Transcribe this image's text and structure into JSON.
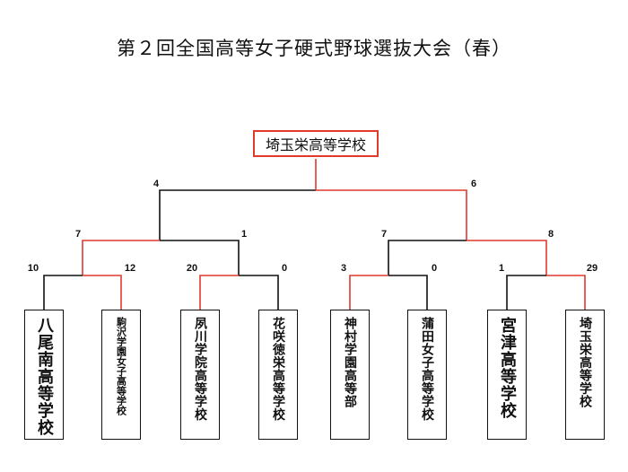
{
  "title": "第２回全国高等女子硬式野球選抜大会（春）",
  "champion": "埼玉栄高等学校",
  "colors": {
    "winner_line": "#e03a2f",
    "loser_line": "#111111"
  },
  "teams": [
    "八尾南高等学校",
    "駒沢学園女子高等学校",
    "夙川学院高等学校",
    "花咲徳栄高等学校",
    "神村学園高等部",
    "蒲田女子高等学校",
    "宮津高等学校",
    "埼玉栄高等学校"
  ],
  "round1_scores": [
    "10",
    "12",
    "20",
    "0",
    "3",
    "0",
    "1",
    "29"
  ],
  "semifinal_scores": [
    "7",
    "1",
    "7",
    "8"
  ],
  "final_scores": [
    "4",
    "6"
  ]
}
